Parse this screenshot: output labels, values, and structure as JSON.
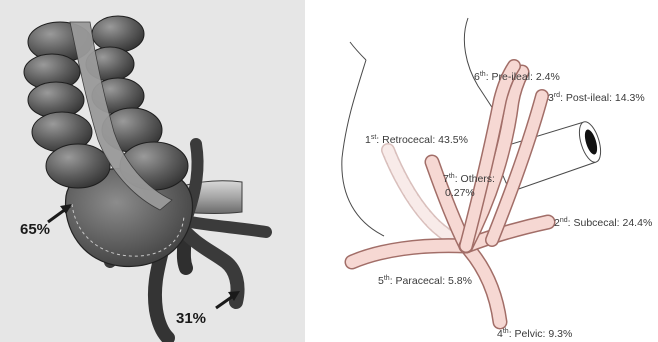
{
  "left_panel": {
    "pct_upper": "65%",
    "pct_lower": "31%"
  },
  "right_panel": {
    "labels": [
      {
        "ord": "6",
        "suf": "th",
        "text": ": Pre-ileal: 2.4%"
      },
      {
        "ord": "3",
        "suf": "rd",
        "text": ": Post-ileal: 14.3%"
      },
      {
        "ord": "1",
        "suf": "st",
        "text": ": Retrocecal: 43.5%"
      },
      {
        "ord": "7",
        "suf": "th",
        "text": ": Others:"
      },
      {
        "ord": "",
        "suf": "",
        "text": "0.27%"
      },
      {
        "ord": "2",
        "suf": "nd",
        "text": ": Subcecal: 24.4%"
      },
      {
        "ord": "5",
        "suf": "th",
        "text": ": Paracecal: 5.8%"
      },
      {
        "ord": "4",
        "suf": "th",
        "text": ": Pelvic: 9.3%"
      }
    ]
  },
  "colors": {
    "appendix_fill": "#f6d8d3",
    "appendix_stroke": "#a26e68",
    "outline": "#4a4a4a",
    "colon_dark": "#4d4d4d",
    "panel_bg": "#e6e6e6"
  }
}
